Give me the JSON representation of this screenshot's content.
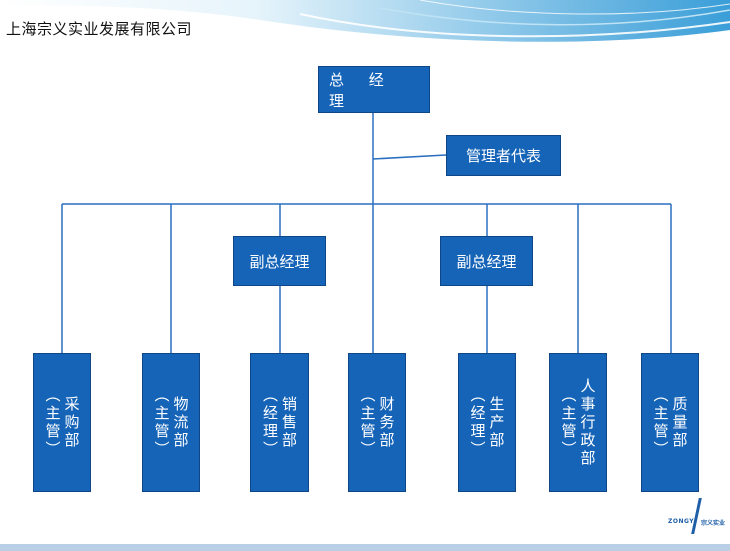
{
  "company_name": "上海宗义实业发展有限公司",
  "org": {
    "ceo": "总 经 理",
    "mgmt_rep": "管理者代表",
    "vp_left": "副总经理",
    "vp_right": "副总经理",
    "departments": [
      {
        "main": "采购部",
        "note": "（主管）"
      },
      {
        "main": "物流部",
        "note": "（主管）"
      },
      {
        "main": "销售部",
        "note": "（经理）"
      },
      {
        "main": "财务部",
        "note": "（主管）"
      },
      {
        "main": "生产部",
        "note": "（经理）"
      },
      {
        "main": "人事行政部",
        "note": "（主管）"
      },
      {
        "main": "质量部",
        "note": "（主管）"
      }
    ]
  },
  "logo": {
    "left_text": "ZONGYI",
    "right_text": "宗义实业"
  },
  "colors": {
    "box_fill": "#1664b8",
    "line": "#2a6fc0",
    "header_wave": "#3a9ed8"
  }
}
